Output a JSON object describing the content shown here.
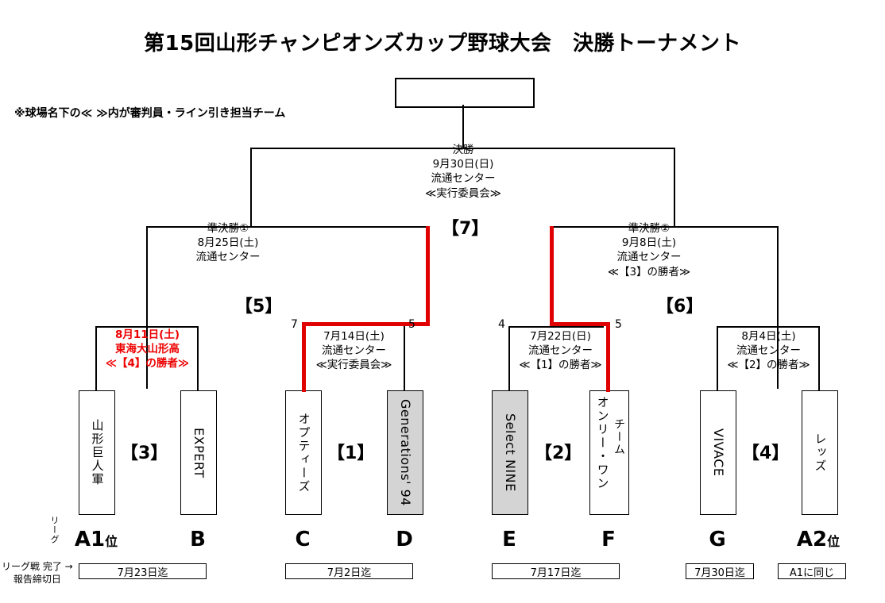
{
  "title": "第15回山形チャンピオンズカップ野球大会　決勝トーナメント",
  "note": "※球場名下の≪ ≫内が審判員・ライン引き担当チーム",
  "champion_box": {
    "value": ""
  },
  "final": {
    "round": "決勝",
    "date": "9月30日(日)",
    "venue": "流通センター",
    "officials": "≪実行委員会≫",
    "number": "【7】"
  },
  "semifinals": [
    {
      "round": "準決勝①",
      "date": "8月25日(土)",
      "venue": "流通センター",
      "officials": "",
      "number": "【5】"
    },
    {
      "round": "準決勝②",
      "date": "9月8日(土)",
      "venue": "流通センター",
      "officials": "≪【3】の勝者≫",
      "number": "【6】"
    }
  ],
  "quarterfinals": [
    {
      "number": "【3】",
      "date": "8月11日(土)",
      "venue": "東海大山形高",
      "officials": "≪【4】の勝者≫",
      "highlight_color": "#ee0000",
      "score_left": "",
      "score_right": ""
    },
    {
      "number": "【1】",
      "date": "7月14日(土)",
      "venue": "流通センター",
      "officials": "≪実行委員会≫",
      "highlight_color": "",
      "score_left": "7",
      "score_right": "5"
    },
    {
      "number": "【2】",
      "date": "7月22日(日)",
      "venue": "流通センター",
      "officials": "≪【1】の勝者≫",
      "highlight_color": "",
      "score_left": "4",
      "score_right": "5"
    },
    {
      "number": "【4】",
      "date": "8月4日(土)",
      "venue": "流通センター",
      "officials": "≪【2】の勝者≫",
      "highlight_color": "",
      "score_left": "",
      "score_right": ""
    }
  ],
  "teams": [
    {
      "name": "山形巨人軍",
      "sub": "",
      "shaded": false,
      "latin": false,
      "group": "A1",
      "group_suffix": "位"
    },
    {
      "name": "EXPERT",
      "sub": "",
      "shaded": false,
      "latin": true,
      "group": "B",
      "group_suffix": ""
    },
    {
      "name": "オプティーズ",
      "sub": "",
      "shaded": false,
      "latin": false,
      "group": "C",
      "group_suffix": ""
    },
    {
      "name": "Generations' 94",
      "sub": "",
      "shaded": true,
      "latin": true,
      "group": "D",
      "group_suffix": ""
    },
    {
      "name": "Select NINE",
      "sub": "",
      "shaded": true,
      "latin": true,
      "group": "E",
      "group_suffix": ""
    },
    {
      "name": "オンリー・ワン",
      "sub": "チーム",
      "shaded": false,
      "latin": false,
      "group": "F",
      "group_suffix": ""
    },
    {
      "name": "VIVACE",
      "sub": "",
      "shaded": false,
      "latin": true,
      "group": "G",
      "group_suffix": ""
    },
    {
      "name": "レッズ",
      "sub": "",
      "shaded": false,
      "latin": false,
      "group": "A2",
      "group_suffix": "位"
    }
  ],
  "league_side_label": "リーグ",
  "deadline_label_line1": "リーグ戦 完了 →",
  "deadline_label_line2": "報告締切日",
  "deadlines": [
    {
      "text": "7月23日迄"
    },
    {
      "text": "7月2日迄"
    },
    {
      "text": "7月17日迄"
    },
    {
      "text": "7月30日迄"
    },
    {
      "text": "A1に同じ"
    }
  ],
  "winner_path_color": "#e00000"
}
